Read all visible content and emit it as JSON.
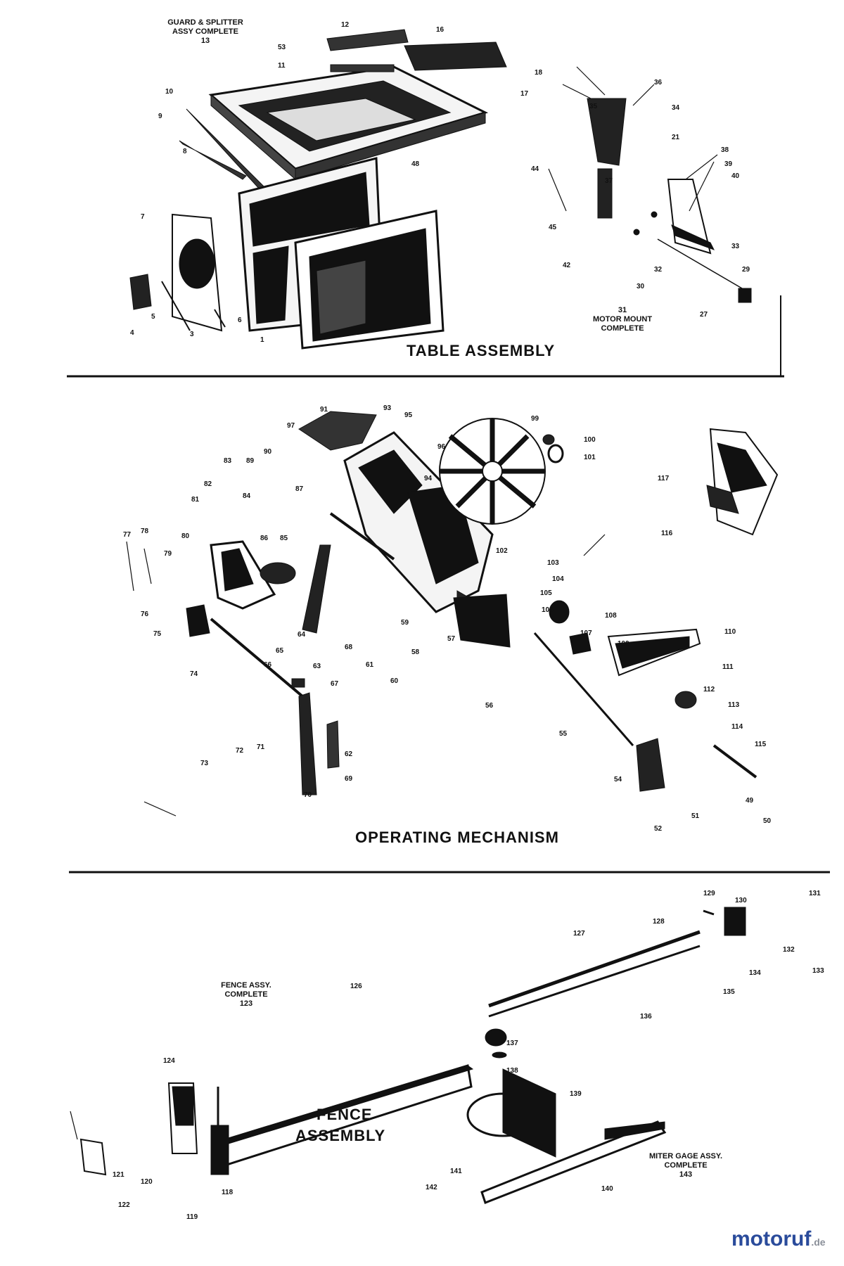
{
  "sections": {
    "table": {
      "title": "TABLE ASSEMBLY"
    },
    "operating": {
      "title": "OPERATING MECHANISM"
    },
    "fence": {
      "title_line1": "FENCE",
      "title_line2": "ASSEMBLY"
    }
  },
  "notes": {
    "guard_line1": "GUARD & SPLITTER",
    "guard_line2": "ASSY COMPLETE",
    "guard_num": "13",
    "motor_num": "31",
    "motor_line1": "MOTOR MOUNT",
    "motor_line2": "COMPLETE",
    "fence_line1": "FENCE ASSY.",
    "fence_line2": "COMPLETE",
    "fence_num": "123",
    "miter_line1": "MITER GAGE ASSY.",
    "miter_line2": "COMPLETE",
    "miter_num": "143"
  },
  "part_numbers": {
    "n12": "12",
    "n16": "16",
    "n53": "53",
    "n11": "11",
    "n10": "10",
    "n9": "9",
    "n8": "8",
    "n7": "7",
    "n6": "6",
    "n5": "5",
    "n4": "4",
    "n3": "3",
    "n1": "1",
    "n48": "48",
    "n18": "18",
    "n17": "17",
    "n35": "35",
    "n36": "36",
    "n34": "34",
    "n21": "21",
    "n38": "38",
    "n39": "39",
    "n40": "40",
    "n44": "44",
    "n37": "37",
    "n33": "33",
    "n32": "32",
    "n29": "29",
    "n27": "27",
    "n30": "30",
    "n42": "42",
    "n45": "45",
    "n91": "91",
    "n93": "93",
    "n95": "95",
    "n96": "96",
    "n99": "99",
    "n100": "100",
    "n101": "101",
    "n97": "97",
    "n94": "94",
    "n90": "90",
    "n89": "89",
    "n83": "83",
    "n82": "82",
    "n81": "81",
    "n84": "84",
    "n87": "87",
    "n77": "77",
    "n78": "78",
    "n79": "79",
    "n80": "80",
    "n76": "76",
    "n75": "75",
    "n74": "74",
    "n86": "86",
    "n85": "85",
    "n66": "66",
    "n65": "65",
    "n64": "64",
    "n63": "63",
    "n62": "62",
    "n61": "61",
    "n60": "60",
    "n59": "59",
    "n58": "58",
    "n57": "57",
    "n56": "56",
    "n55": "55",
    "n54": "54",
    "n52": "52",
    "n51": "51",
    "n50": "50",
    "n49": "49",
    "n67": "67",
    "n68": "68",
    "n69": "69",
    "n70": "70",
    "n71": "71",
    "n72": "72",
    "n73": "73",
    "n102": "102",
    "n103": "103",
    "n104": "104",
    "n105": "105",
    "n106": "106",
    "n107": "107",
    "n108": "108",
    "n109": "109",
    "n110": "110",
    "n111": "111",
    "n112": "112",
    "n113": "113",
    "n114": "114",
    "n115": "115",
    "n116": "116",
    "n117": "117",
    "n118": "118",
    "n119": "119",
    "n120": "120",
    "n121": "121",
    "n122": "122",
    "n124": "124",
    "n126": "126",
    "n127": "127",
    "n128": "128",
    "n129": "129",
    "n130": "130",
    "n131": "131",
    "n132": "132",
    "n133": "133",
    "n134": "134",
    "n135": "135",
    "n136": "136",
    "n137": "137",
    "n138": "138",
    "n139": "139",
    "n140": "140",
    "n141": "141",
    "n142": "142"
  },
  "watermark": {
    "brand_main": "motoruf",
    "brand_tld": ".de"
  },
  "colors": {
    "ink": "#111111",
    "paper": "#ffffff",
    "wm_blue": "#2a4b9b",
    "wm_green": "#5aa02c",
    "wm_gray": "#8a8f99"
  }
}
